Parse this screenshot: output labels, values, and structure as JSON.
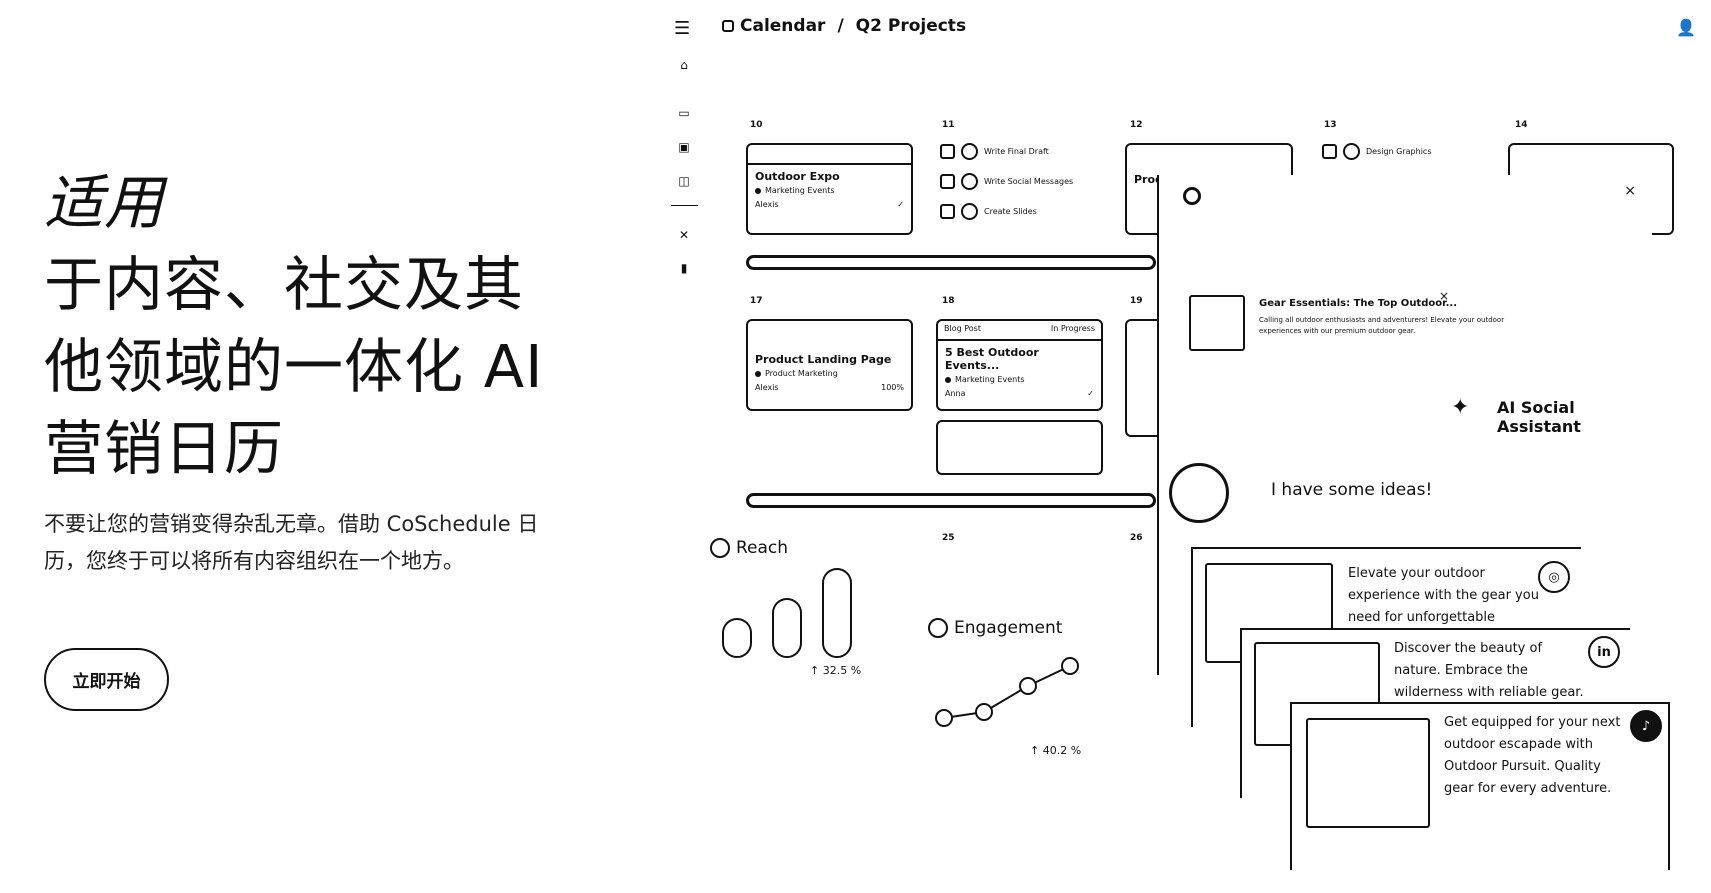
{
  "hero": {
    "accent": "适用",
    "title_rest": "于内容、社交及其他领域的一体化 AI 营销日历",
    "subtitle": "不要让您的营销变得杂乱无章。借助 CoSchedule 日历，您终于可以将所有内容组织在一个地方。",
    "cta_label": "立即开始"
  },
  "app": {
    "breadcrumb": [
      "Calendar",
      "Q2 Projects"
    ],
    "breadcrumb_sep": "/",
    "days": [
      "10",
      "11",
      "12",
      "13",
      "14",
      "17",
      "18",
      "19",
      "25",
      "26"
    ],
    "cards": {
      "outdoor_expo": {
        "title": "Outdoor Expo",
        "tag": "Marketing Events",
        "owner": "Alexis"
      },
      "landing_page": {
        "title": "Product Landing Page",
        "tag": "Product Marketing",
        "owner": "Alexis",
        "progress": "100%"
      },
      "best_events": {
        "title": "5 Best Outdoor Events...",
        "tag": "Marketing Events",
        "owner": "Anna",
        "status": "In Progress",
        "header": "Blog Post"
      },
      "partial_12": {
        "title": "Prod"
      }
    },
    "tasks": {
      "day11": [
        "Write Final Draft",
        "Write Social Messages",
        "Create Slides"
      ],
      "day13": [
        "Design Graphics"
      ]
    },
    "metrics": {
      "reach": {
        "label": "Reach",
        "change": "↑ 32.5 %"
      },
      "engagement": {
        "label": "Engagement",
        "change": "↑ 40.2 %"
      }
    }
  },
  "assistant": {
    "notice_title": "Gear Essentials: The Top Outdoor...",
    "notice_body": "Calling all outdoor enthusiasts and adventurers! Elevate your outdoor experiences with our premium outdoor gear.",
    "label": "AI Social Assistant",
    "message": "I have some ideas!",
    "posts": [
      {
        "network": "instagram-icon",
        "text": "Elevate your outdoor experience with the gear you need for unforgettable"
      },
      {
        "network": "linkedin-icon",
        "text": "Discover the beauty of nature. Embrace the wilderness with reliable gear."
      },
      {
        "network": "tiktok-icon",
        "text": "Get equipped for your next outdoor escapade with Outdoor Pursuit. Quality gear for every adventure."
      }
    ]
  }
}
